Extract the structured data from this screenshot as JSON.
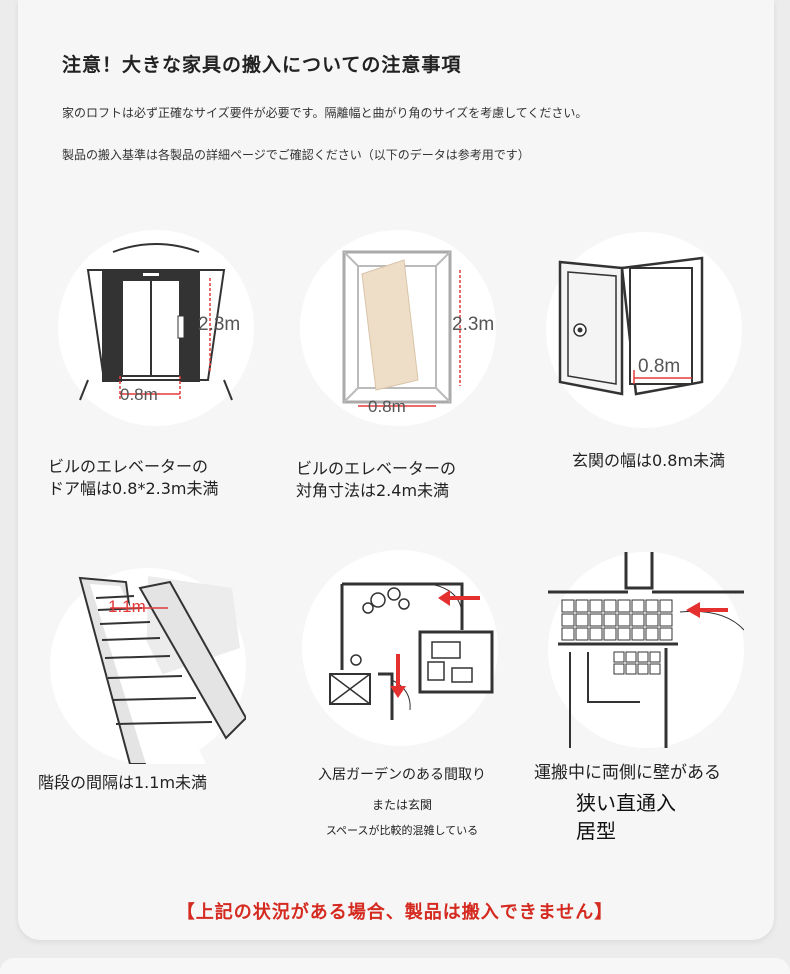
{
  "title": "注意！大きな家具の搬入についての注意事項",
  "intro_lines": [
    "家のロフトは必ず正確なサイズ要件が必要です。隔離幅と曲がり角のサイズを考慮してください。",
    "製品の搬入基準は各製品の詳細ページでご確認ください（以下のデータは参考用です）"
  ],
  "cards": [
    {
      "icon": "elevator-door-icon",
      "dim_height": "2.3m",
      "dim_width": "0.8m",
      "caption_lines": [
        "ビルのエレベーターの",
        "ドア幅は0.8*2.3m未満"
      ]
    },
    {
      "icon": "elevator-diagonal-icon",
      "dim_height": "2.3m",
      "dim_width": "0.8m",
      "caption_lines": [
        "ビルのエレベーターの",
        "対角寸法は2.4m未満"
      ]
    },
    {
      "icon": "entrance-door-icon",
      "dim_width": "0.8m",
      "caption_lines": [
        "玄関の幅は0.8m未満"
      ]
    },
    {
      "icon": "staircase-icon",
      "dim_width": "1.1m",
      "caption_lines": [
        "階段の間隔は1.1m未満"
      ]
    },
    {
      "icon": "garden-floorplan-icon",
      "caption_lines": [
        "入居ガーデンのある間取り",
        "または玄関",
        "スペースが比較的混雑している"
      ]
    },
    {
      "icon": "narrow-corridor-icon",
      "caption_lines": [
        "運搬中に両側に壁がある",
        "狭い直通入",
        "居型"
      ]
    }
  ],
  "warning": "【上記の状況がある場合、製品は搬入できません】",
  "colors": {
    "accent_red": "#d42a20",
    "dim_line": "#e23a3a",
    "card_bg": "#f6f6f6"
  }
}
